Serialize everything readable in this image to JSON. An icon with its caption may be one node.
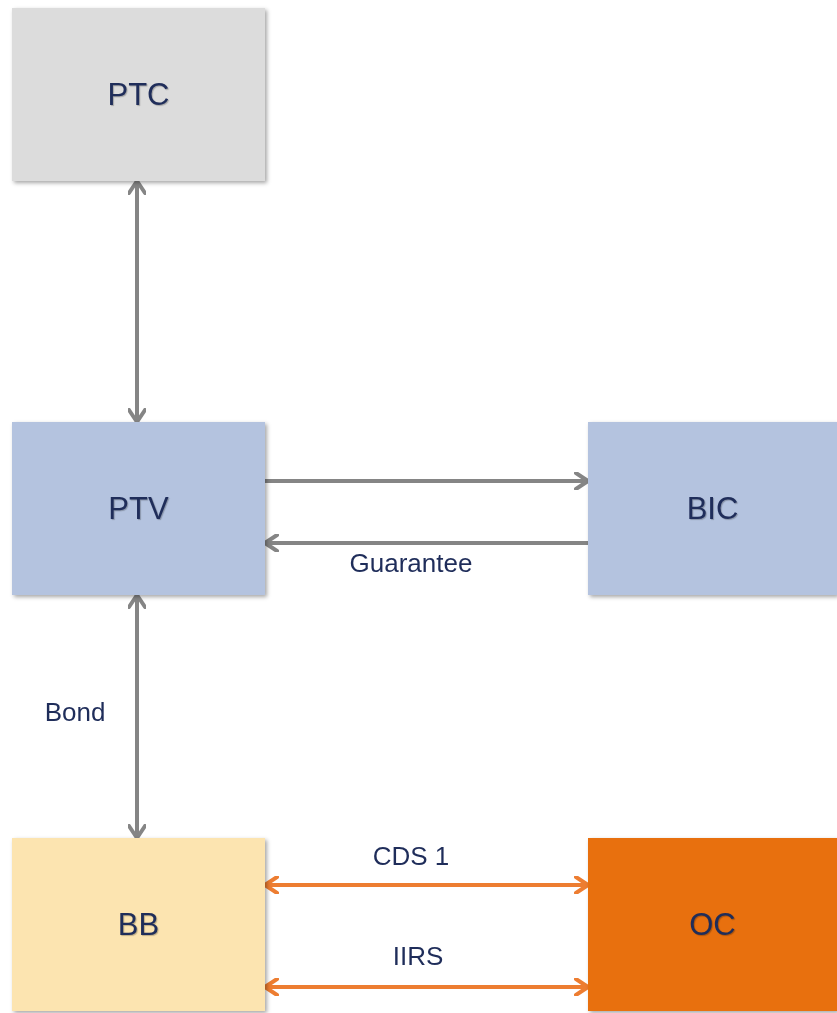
{
  "diagram": {
    "nodes": [
      {
        "text": [
          "PTC"
        ]
      },
      {
        "text": [
          "PTV"
        ]
      },
      {
        "text": [
          "BIC"
        ]
      },
      {
        "text": [
          "BB"
        ]
      },
      {
        "text": [
          "OC"
        ]
      }
    ],
    "edges": [
      {
        "from": 0,
        "to": 1,
        "arrow": "both"
      },
      {
        "from": 1,
        "to": 2,
        "arrow": "to"
      },
      {
        "from": 2,
        "to": 1,
        "arrow": "to",
        "label": "Guarantee"
      },
      {
        "from": 1,
        "to": 3,
        "arrow": "both",
        "label": "Bond"
      },
      {
        "from": 3,
        "to": 4,
        "arrow": "both",
        "label": "CDS 1",
        "color": "#ed7d31"
      },
      {
        "from": 3,
        "to": 4,
        "arrow": "both",
        "label": "IIRS",
        "color": "#ed7d31"
      }
    ]
  }
}
